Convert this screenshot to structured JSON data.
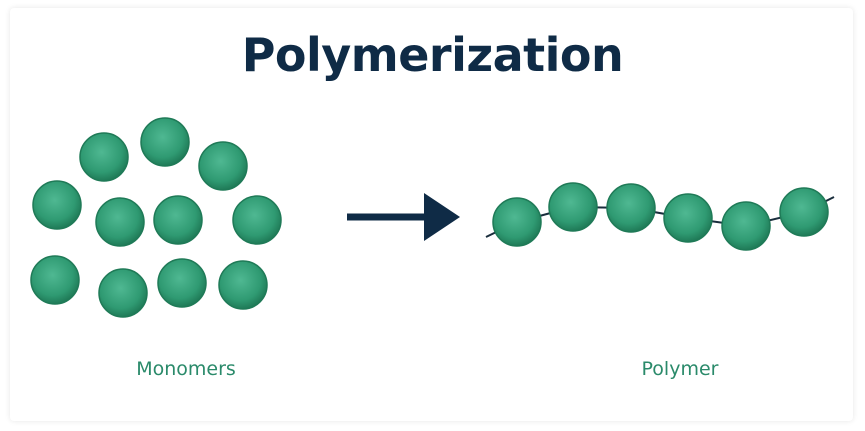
{
  "title": "Polymerization",
  "labels": {
    "monomers": "Monomers",
    "polymer": "Polymer"
  },
  "colors": {
    "title": "#0f2b46",
    "sphere": "#2f9a72",
    "sphere_dark": "#1f7a57",
    "sphere_light": "#4fb892",
    "arrow": "#0f2b46",
    "chain": "#1a2e3d",
    "caption": "#2a8a6a"
  },
  "counts": {
    "monomers": 11,
    "polymer_units": 6
  }
}
